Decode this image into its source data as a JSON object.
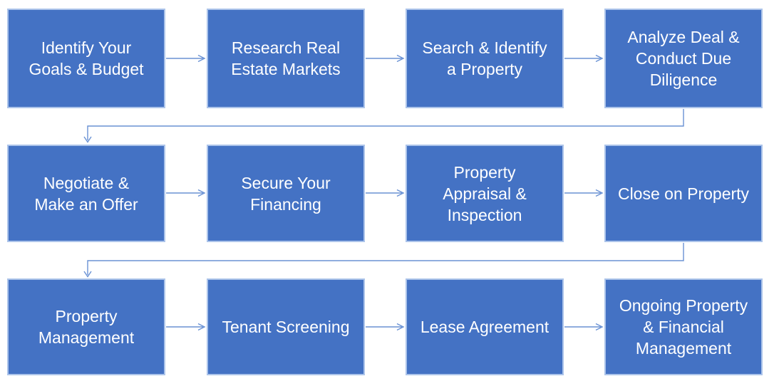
{
  "diagram": {
    "type": "process-flowchart",
    "flow_direction": "snake-left-to-right-top-to-bottom",
    "colors": {
      "box_fill": "#4472C4",
      "box_border": "#ACC4EA",
      "box_text": "#FFFFFF",
      "connector": "#6A92D4",
      "background": "#FFFFFF"
    }
  },
  "steps": [
    {
      "order": 1,
      "label": "Identify Your\nGoals & Budget"
    },
    {
      "order": 2,
      "label": "Research Real\nEstate Markets"
    },
    {
      "order": 3,
      "label": "Search & Identify\na Property"
    },
    {
      "order": 4,
      "label": "Analyze Deal &\nConduct Due\nDiligence"
    },
    {
      "order": 5,
      "label": "Negotiate &\nMake an Offer"
    },
    {
      "order": 6,
      "label": "Secure Your\nFinancing"
    },
    {
      "order": 7,
      "label": "Property\nAppraisal &\nInspection"
    },
    {
      "order": 8,
      "label": "Close on Property"
    },
    {
      "order": 9,
      "label": "Property\nManagement"
    },
    {
      "order": 10,
      "label": "Tenant Screening"
    },
    {
      "order": 11,
      "label": "Lease Agreement"
    },
    {
      "order": 12,
      "label": "Ongoing Property\n& Financial\nManagement"
    }
  ]
}
